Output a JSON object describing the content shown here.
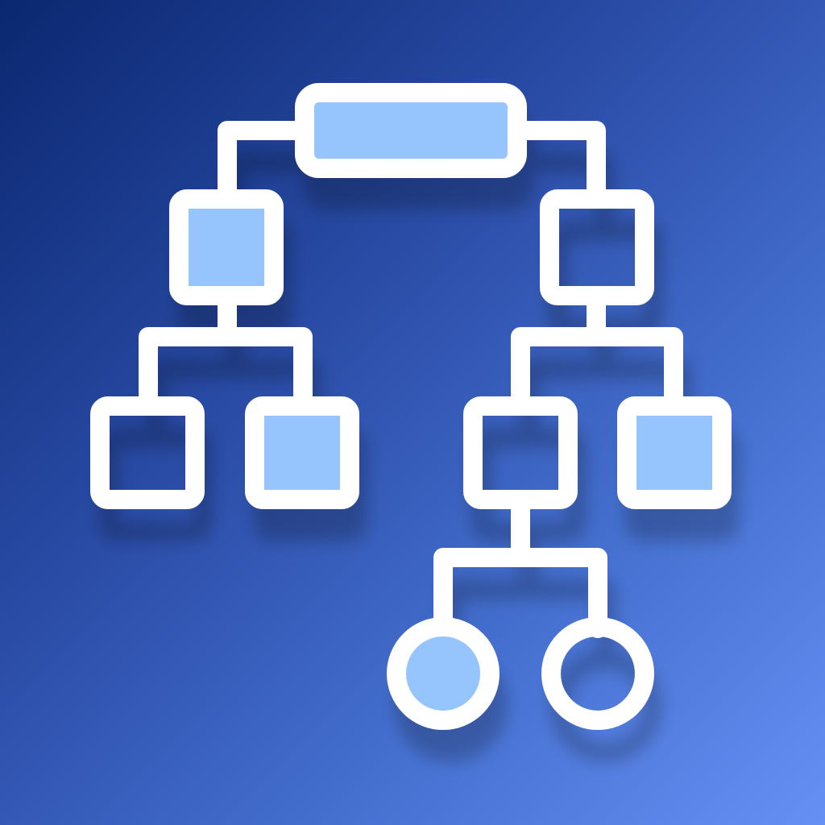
{
  "icon": {
    "name": "hierarchy-tree-icon",
    "colors": {
      "background_start": "#0a2770",
      "background_end": "#6690f4",
      "stroke": "#ffffff",
      "fill_highlight": "#96c4fc",
      "fill_empty": "transparent"
    },
    "nodes": [
      {
        "id": "root",
        "shape": "rounded-rect",
        "filled": true
      },
      {
        "id": "left-child",
        "shape": "square",
        "filled": true
      },
      {
        "id": "right-child",
        "shape": "square",
        "filled": false
      },
      {
        "id": "left-left-leaf",
        "shape": "square",
        "filled": false
      },
      {
        "id": "left-right-leaf",
        "shape": "square",
        "filled": true
      },
      {
        "id": "right-left-child",
        "shape": "square",
        "filled": false
      },
      {
        "id": "right-right-leaf",
        "shape": "square",
        "filled": true
      },
      {
        "id": "circle-leaf-left",
        "shape": "circle",
        "filled": true
      },
      {
        "id": "circle-leaf-right",
        "shape": "circle",
        "filled": false
      }
    ]
  }
}
